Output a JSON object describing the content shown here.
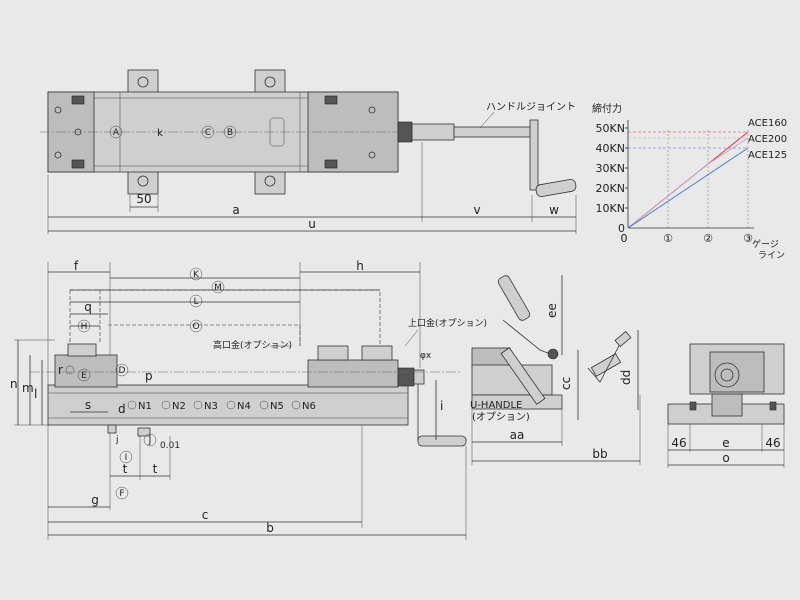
{
  "labels": {
    "handle_joint": "ハンドルジョイント",
    "top_jaw_option": "上口金(オプション)",
    "high_jaw_option": "高口金(オプション)",
    "uhandle": "U-HANDLE",
    "uhandle_option": "(オプション)",
    "phi_x": "φx",
    "tol": "0.01"
  },
  "dims_top": {
    "d50": "50",
    "a": "a",
    "v": "v",
    "w": "w",
    "u": "u"
  },
  "circled_top": {
    "A": "A",
    "C": "C",
    "B": "B",
    "k": "k"
  },
  "dims_side": {
    "f": "f",
    "h": "h",
    "K": "K",
    "M": "M",
    "L": "L",
    "O": "O",
    "q": "q",
    "H": "H",
    "E": "E",
    "D": "D",
    "s": "s",
    "p": "p",
    "d": "d",
    "n": "n",
    "m": "m",
    "l": "l",
    "r": "r",
    "I": "I",
    "J": "J",
    "g": "g",
    "t": "t",
    "F": "F",
    "c": "c",
    "b": "b",
    "j": "j",
    "i": "i",
    "aa": "aa",
    "bb": "bb",
    "cc": "cc",
    "dd": "dd",
    "ee": "ee"
  },
  "positions": [
    "N1",
    "N2",
    "N3",
    "N4",
    "N5",
    "N6"
  ],
  "end_view": {
    "left": "46",
    "e": "e",
    "right": "46",
    "o": "o"
  },
  "chart_data": {
    "type": "line",
    "ylabel": "締付力",
    "y_ticks": [
      "0",
      "10KN",
      "20KN",
      "30KN",
      "40KN",
      "50KN"
    ],
    "x_ticks": [
      "0",
      "①",
      "②",
      "③"
    ],
    "xlabel_lines": [
      "ゲージ",
      "ライン"
    ],
    "xlim": [
      0,
      3
    ],
    "ylim": [
      0,
      50
    ],
    "series": [
      {
        "name": "ACE160",
        "color": "#e0323c",
        "x": [
          0,
          3
        ],
        "y": [
          0,
          48
        ]
      },
      {
        "name": "ACE200",
        "color": "#c8a0c8",
        "x": [
          0,
          2,
          3
        ],
        "y": [
          0,
          32,
          45
        ]
      },
      {
        "name": "ACE125",
        "color": "#4a78c8",
        "x": [
          0,
          3
        ],
        "y": [
          0,
          40
        ]
      }
    ]
  }
}
